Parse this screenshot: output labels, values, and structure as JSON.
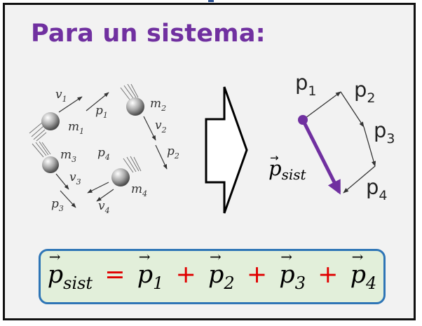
{
  "title": "Para un sistema:",
  "left_labels": {
    "v1": "v",
    "v1_sub": "1",
    "p1": "p",
    "p1_sub": "1",
    "m1": "m",
    "m1_sub": "1",
    "m2": "m",
    "m2_sub": "2",
    "v2": "v",
    "v2_sub": "2",
    "m3": "m",
    "m3_sub": "3",
    "p4": "p",
    "p4_sub": "4",
    "p2": "p",
    "p2_sub": "2",
    "v3": "v",
    "v3_sub": "3",
    "m4": "m",
    "m4_sub": "4",
    "p3": "p",
    "p3_sub": "3",
    "v4": "v",
    "v4_sub": "4"
  },
  "right_labels": {
    "p1": "p",
    "p1_sub": "1",
    "p2": "p",
    "p2_sub": "2",
    "p3": "p",
    "p3_sub": "3",
    "p4": "p",
    "p4_sub": "4",
    "psist": "p",
    "psist_sub": "sist"
  },
  "formula": {
    "lhs": "p",
    "lhs_sub": "sist",
    "eq": "=",
    "plus": "+",
    "t1": "p",
    "t1_sub": "1",
    "t2": "p",
    "t2_sub": "2",
    "t3": "p",
    "t3_sub": "3",
    "t4": "p",
    "t4_sub": "4"
  },
  "colors": {
    "title": "#7030a0",
    "resultant": "#7030a0",
    "operators": "#e00000",
    "box_border": "#2e75b6",
    "box_fill": "#e2efda"
  }
}
